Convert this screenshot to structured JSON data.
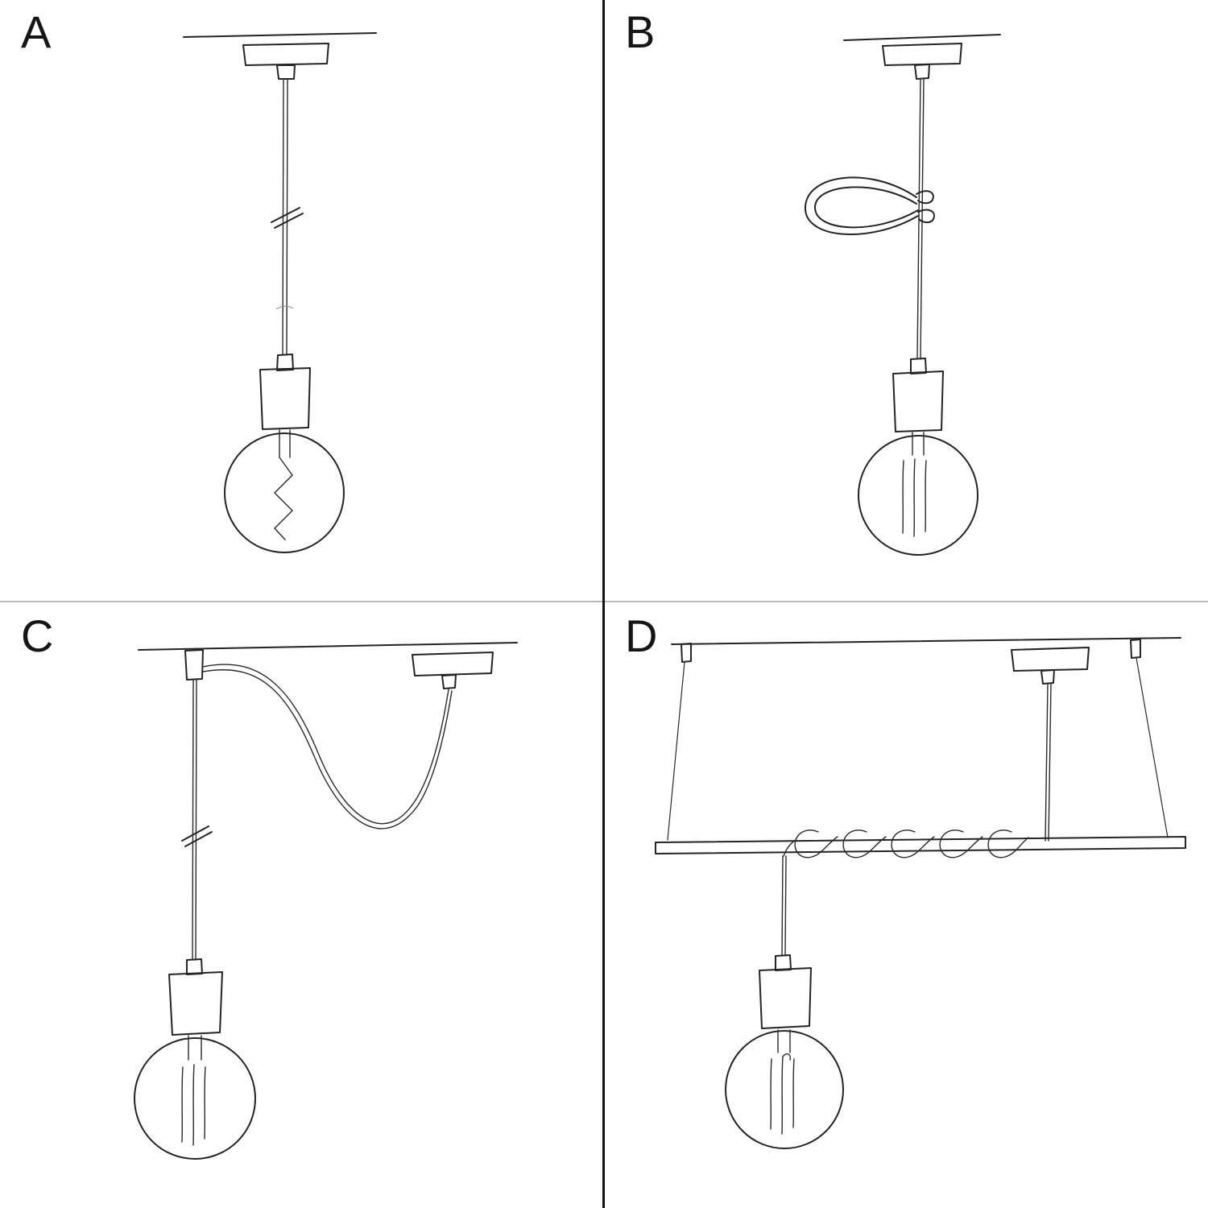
{
  "page": {
    "background_color": "#ffffff",
    "line_color": "#242424",
    "divider_color": "#141414"
  },
  "panels": [
    {
      "label": "A",
      "sketch": "straight-pendant-with-ceiling-rose"
    },
    {
      "label": "B",
      "sketch": "pendant-with-decorative-cable-loop-clip"
    },
    {
      "label": "C",
      "sketch": "swag-pendant-with-side-hook-and-ceiling-rose"
    },
    {
      "label": "D",
      "sketch": "pendant-with-suspended-bar-and-coiled-cable"
    }
  ]
}
